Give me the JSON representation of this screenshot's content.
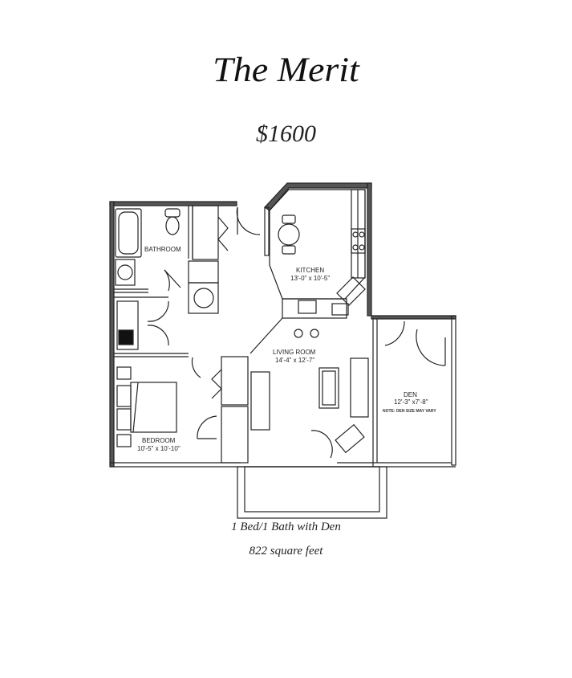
{
  "header": {
    "title": "The Merit",
    "price": "$1600"
  },
  "rooms": {
    "bathroom": {
      "label": "BATHROOM"
    },
    "kitchen": {
      "label": "KITCHEN",
      "dims": "13'-0\" x 10'-5\""
    },
    "living_room": {
      "label": "LIVING ROOM",
      "dims": "14'-4\" x 12'-7\""
    },
    "den": {
      "label": "DEN",
      "dims": "12'-3\" x7'-8\"",
      "note": "NOTE: DEN SIZE MAY VARY"
    },
    "bedroom": {
      "label": "BEDROOM",
      "dims": "10'-5\" x 10'-10\""
    }
  },
  "footer": {
    "unit_type": "1 Bed/1 Bath with Den",
    "area": "822 square feet"
  },
  "colors": {
    "wall": "#333333",
    "line": "#222222",
    "background": "#ffffff"
  }
}
